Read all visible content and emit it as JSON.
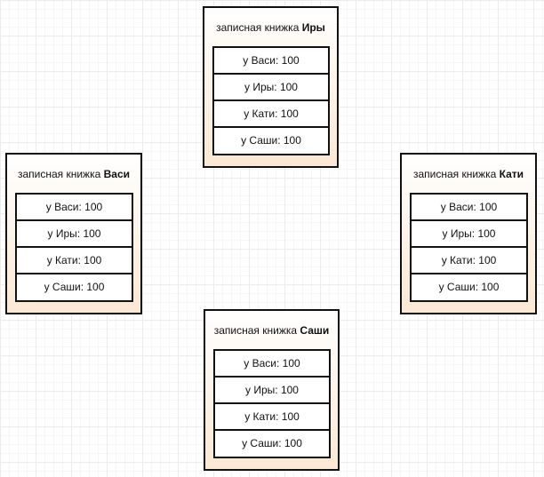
{
  "notebooks": [
    {
      "title_prefix": "записная книжка",
      "owner": "Иры",
      "entries": [
        "у Васи: 100",
        "у Иры: 100",
        "у Кати: 100",
        "у Саши: 100"
      ]
    },
    {
      "title_prefix": "записная книжка",
      "owner": "Васи",
      "entries": [
        "у Васи: 100",
        "у Иры: 100",
        "у Кати: 100",
        "у Саши: 100"
      ]
    },
    {
      "title_prefix": "записная книжка",
      "owner": "Кати",
      "entries": [
        "у Васи: 100",
        "у Иры: 100",
        "у Кати: 100",
        "у Саши: 100"
      ]
    },
    {
      "title_prefix": "записная книжка",
      "owner": "Саши",
      "entries": [
        "у Васи: 100",
        "у Иры: 100",
        "у Кати: 100",
        "у Саши: 100"
      ]
    }
  ],
  "colors": {
    "box_gradient_top": "#ffffff",
    "box_gradient_bottom": "#fbe8d4",
    "border": "#111111",
    "grid": "#ececec"
  }
}
